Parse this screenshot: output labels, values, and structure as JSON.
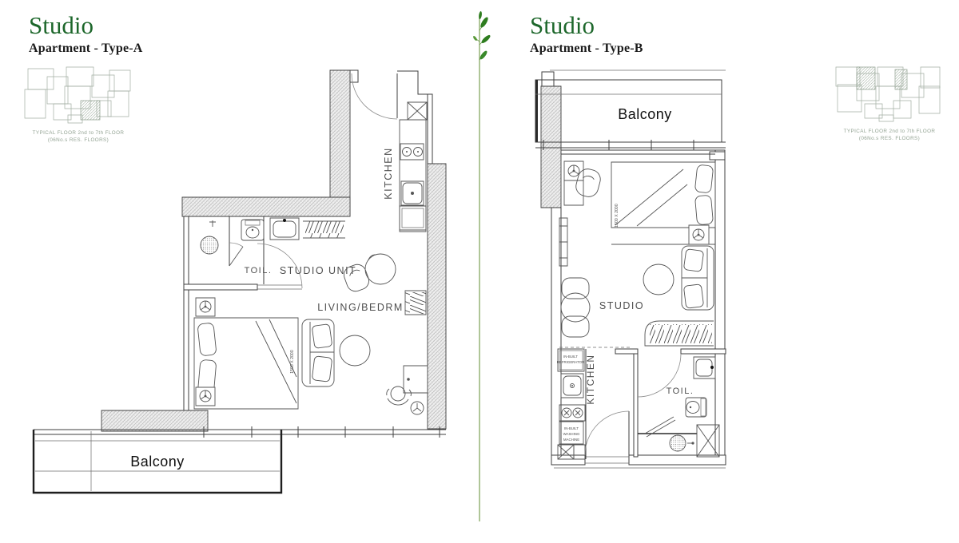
{
  "left_section": {
    "title": "Studio",
    "subtitle": "Apartment - Type-A",
    "keyplan_caption_1": "TYPICAL FLOOR 2nd to 7th FLOOR",
    "keyplan_caption_2": "(06No.s RES. FLOORS)",
    "labels": {
      "kitchen": "KITCHEN",
      "toilet": "TOIL.",
      "studio_unit": "STUDIO UNIT",
      "living_bedroom": "LIVING/BEDRM",
      "bed_size": "1500 X 2000",
      "balcony": "Balcony"
    }
  },
  "right_section": {
    "title": "Studio",
    "subtitle": "Apartment - Type-B",
    "keyplan_caption_1": "TYPICAL FLOOR 2nd to 7th FLOOR",
    "keyplan_caption_2": "(06No.s RES. FLOORS)",
    "labels": {
      "balcony": "Balcony",
      "studio": "STUDIO",
      "kitchen": "KITCHEN",
      "toilet": "TOIL.",
      "bed_size": "1500 X 2000",
      "refrigerator_lines": [
        "IN-BUILT",
        "REFRIGERATOR"
      ],
      "washing_lines": [
        "IN-BUILT",
        "WASHING",
        "MACHINE"
      ]
    }
  },
  "colors": {
    "title_green": "#1d672b",
    "wall_line": "#3f3f3f",
    "label_gray": "#4f4f4f",
    "stem_green": "#a8c08c",
    "leaf_green": "#2e7d1f"
  }
}
